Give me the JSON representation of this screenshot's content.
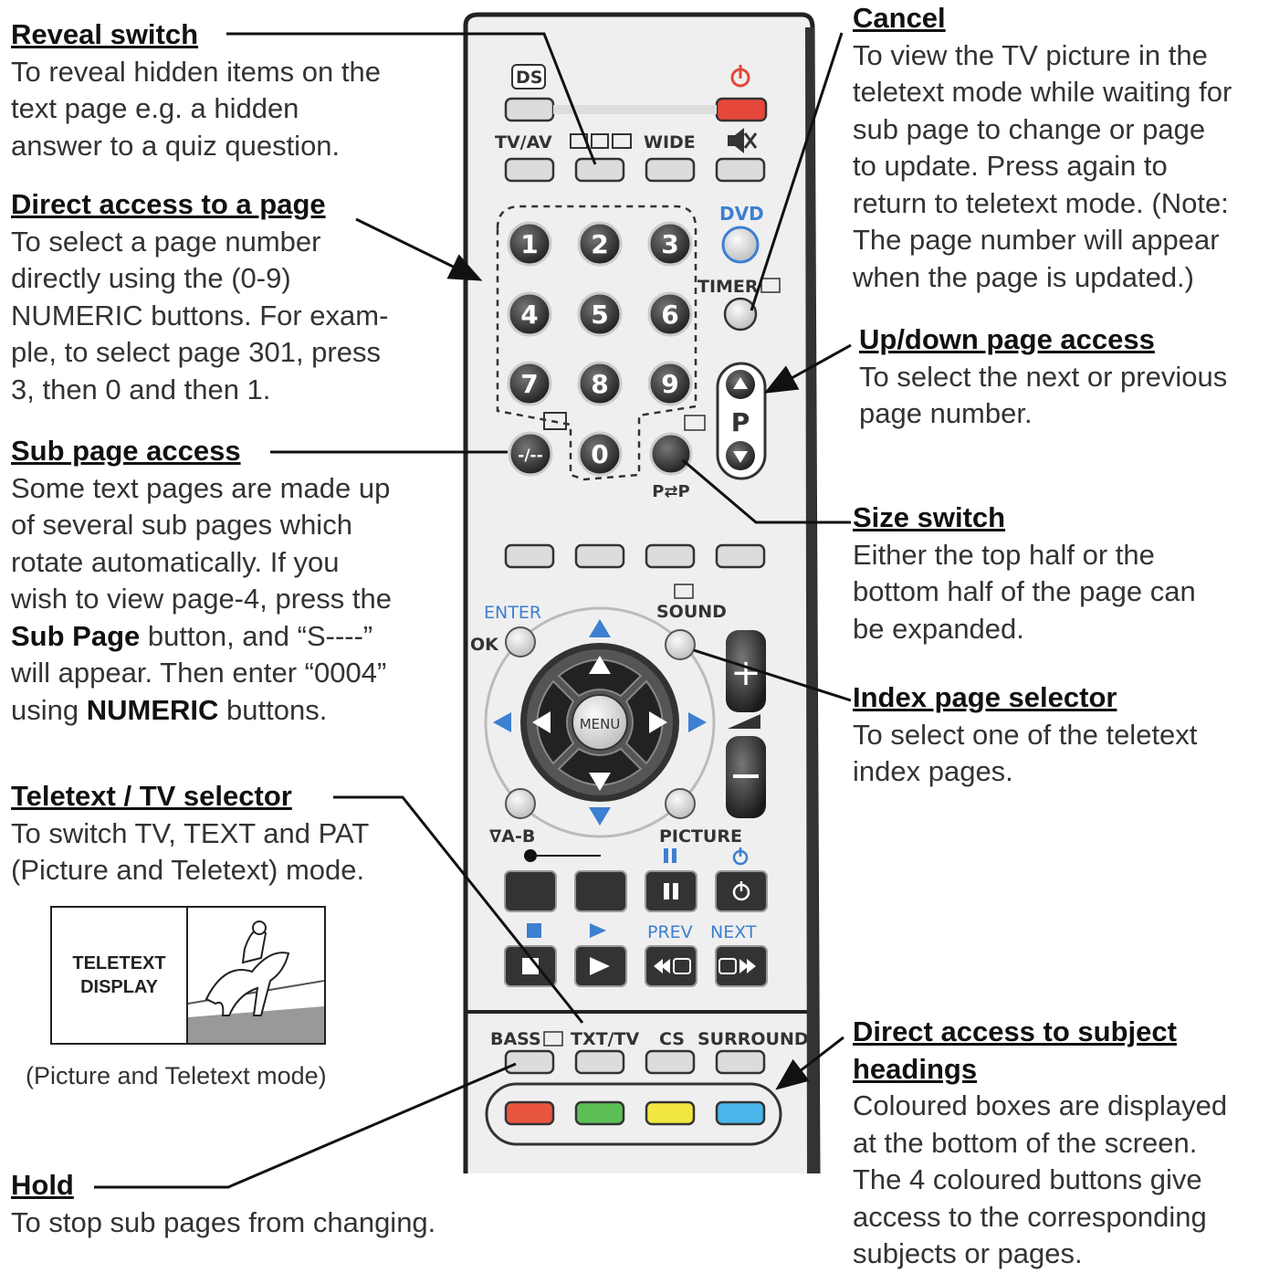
{
  "captions": {
    "reveal": {
      "heading": "Reveal switch",
      "lines": [
        "To reveal hidden items on the",
        "text page e.g. a hidden",
        "answer to a quiz question."
      ]
    },
    "direct_page": {
      "heading": "Direct access to a page",
      "lines": [
        "To select a page number",
        "directly using the (0-9)",
        "NUMERIC buttons. For exam-",
        "ple, to select page 301, press",
        "3, then 0 and then 1."
      ]
    },
    "sub_page": {
      "heading": "Sub page access",
      "line1": "Some text pages are made up",
      "line2": "of several sub pages which",
      "line3": "rotate automatically. If you",
      "line4": "wish to view page-4, press the",
      "line5_bold": "Sub Page",
      "line5_rest": " button, and “S----”",
      "line6": "will appear. Then enter “0004”",
      "line7_pre": "using ",
      "line7_bold": "NUMERIC",
      "line7_post": " buttons."
    },
    "teletext_tv": {
      "heading": "Teletext / TV selector",
      "lines": [
        "To switch TV, TEXT and PAT",
        "(Picture and Teletext) mode."
      ]
    },
    "hold": {
      "heading": "Hold",
      "lines": [
        "To stop sub pages from changing."
      ]
    },
    "cancel": {
      "heading": "Cancel",
      "lines": [
        "To view the TV picture in the",
        "teletext mode while waiting for",
        "sub page to change or page",
        "to update. Press again to",
        "return to teletext mode. (Note:",
        "The page number will appear",
        "when the page is updated.)"
      ]
    },
    "updown": {
      "heading": "Up/down page access",
      "lines": [
        "To select the next or previous",
        "page number."
      ]
    },
    "size": {
      "heading": "Size switch",
      "lines": [
        "Either the top half or the",
        "bottom half of the page can",
        "be expanded."
      ]
    },
    "index": {
      "heading": "Index page selector",
      "lines": [
        "To select one of the teletext",
        "index pages."
      ]
    },
    "subject": {
      "heading1": "Direct access to subject",
      "heading2": "headings",
      "lines": [
        "Coloured boxes are displayed",
        "at the bottom of the screen.",
        "The 4 coloured buttons give",
        "access to the corresponding",
        "subjects or pages."
      ]
    }
  },
  "inset": {
    "text1": "TELETEXT",
    "text2": "DISPLAY",
    "caption": "(Picture and Teletext mode)"
  },
  "remote": {
    "ds": "DS",
    "tvav": "TV/AV",
    "wide": "WIDE",
    "dvd": "DVD",
    "timer": "TIMER",
    "digits": [
      "1",
      "2",
      "3",
      "4",
      "5",
      "6",
      "7",
      "8",
      "9",
      "0"
    ],
    "subpage_btn": "-/--",
    "pp": "P⇄P",
    "p": "P",
    "enter": "ENTER",
    "ok": "OK",
    "sound": "SOUND",
    "menu": "MENU",
    "ab": "∇A-B",
    "picture": "PICTURE",
    "prev": "PREV",
    "next": "NEXT",
    "bass": "BASS",
    "txttv": "TXT/TV",
    "cs": "CS",
    "surround": "SURROUND",
    "colors": {
      "red": "#e8553f",
      "green": "#5cbf55",
      "yellow": "#f2e640",
      "blue": "#4ab6ea",
      "power": "#e5473a",
      "accent": "#3d7fd1"
    }
  }
}
